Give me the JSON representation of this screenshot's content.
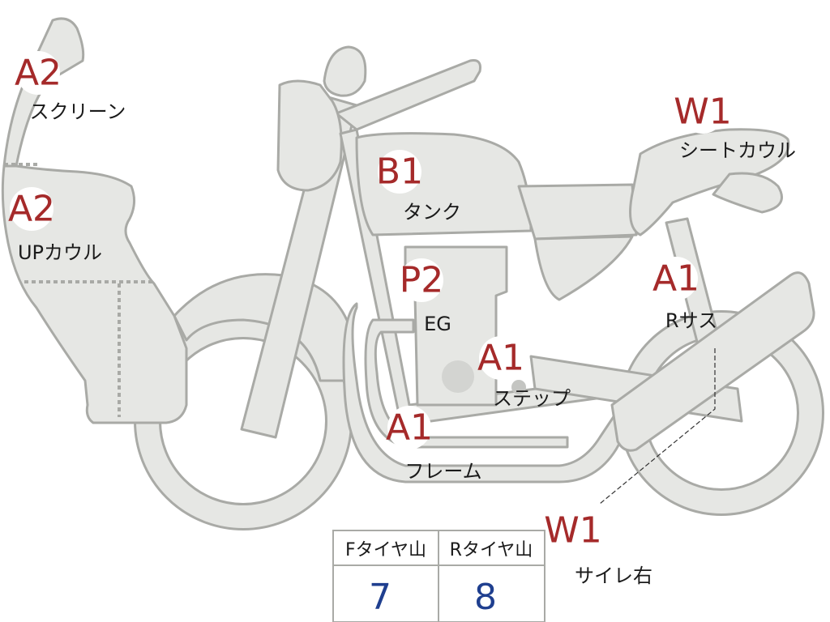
{
  "parts": {
    "screen": {
      "code": "A2",
      "label": "スクリーン"
    },
    "upper_cowl": {
      "code": "A2",
      "label": "UPカウル"
    },
    "tank": {
      "code": "B1",
      "label": "タンク"
    },
    "engine": {
      "code": "P2",
      "label": "EG"
    },
    "step": {
      "code": "A1",
      "label": "ステップ"
    },
    "frame": {
      "code": "A1",
      "label": "フレーム"
    },
    "seat_cowl": {
      "code": "W1",
      "label": "シートカウル"
    },
    "rear_susp": {
      "code": "A1",
      "label": "Rサス"
    },
    "muffler_r": {
      "code": "W1",
      "label": "サイレ右"
    }
  },
  "tire_table": {
    "front_header": "Fタイヤ山",
    "rear_header": "Rタイヤ山",
    "front_value": "7",
    "rear_value": "8"
  },
  "colors": {
    "part_fill": "#e6e7e4",
    "part_stroke": "#a9aaa6",
    "code_text": "#a52a2a",
    "table_value": "#1f3f8f"
  }
}
